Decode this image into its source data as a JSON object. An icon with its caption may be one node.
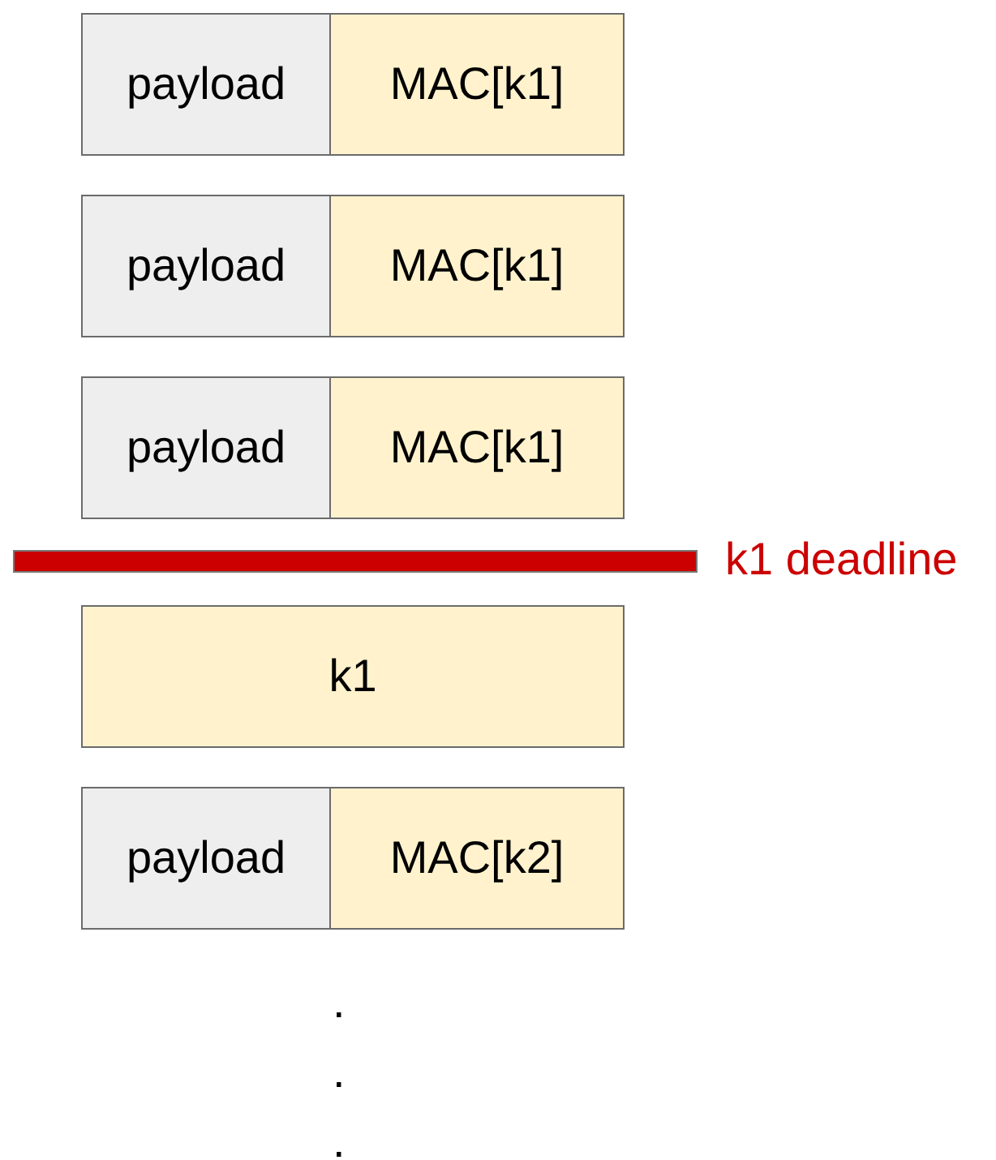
{
  "diagram": {
    "nodes": [
      {
        "text": [
          "payload"
        ]
      },
      {
        "text": [
          "MAC[k1]"
        ]
      },
      {
        "text": [
          "payload"
        ]
      },
      {
        "text": [
          "MAC[k1]"
        ]
      },
      {
        "text": [
          "payload"
        ]
      },
      {
        "text": [
          "MAC[k1]"
        ]
      },
      {
        "text": [],
        "shape": "bar",
        "beside": [
          "k1 deadline"
        ]
      },
      {
        "text": [
          "k1"
        ]
      },
      {
        "text": [
          "payload"
        ]
      },
      {
        "text": [
          "MAC[k2]"
        ]
      }
    ],
    "labels": [
      ".",
      ".",
      "."
    ]
  }
}
